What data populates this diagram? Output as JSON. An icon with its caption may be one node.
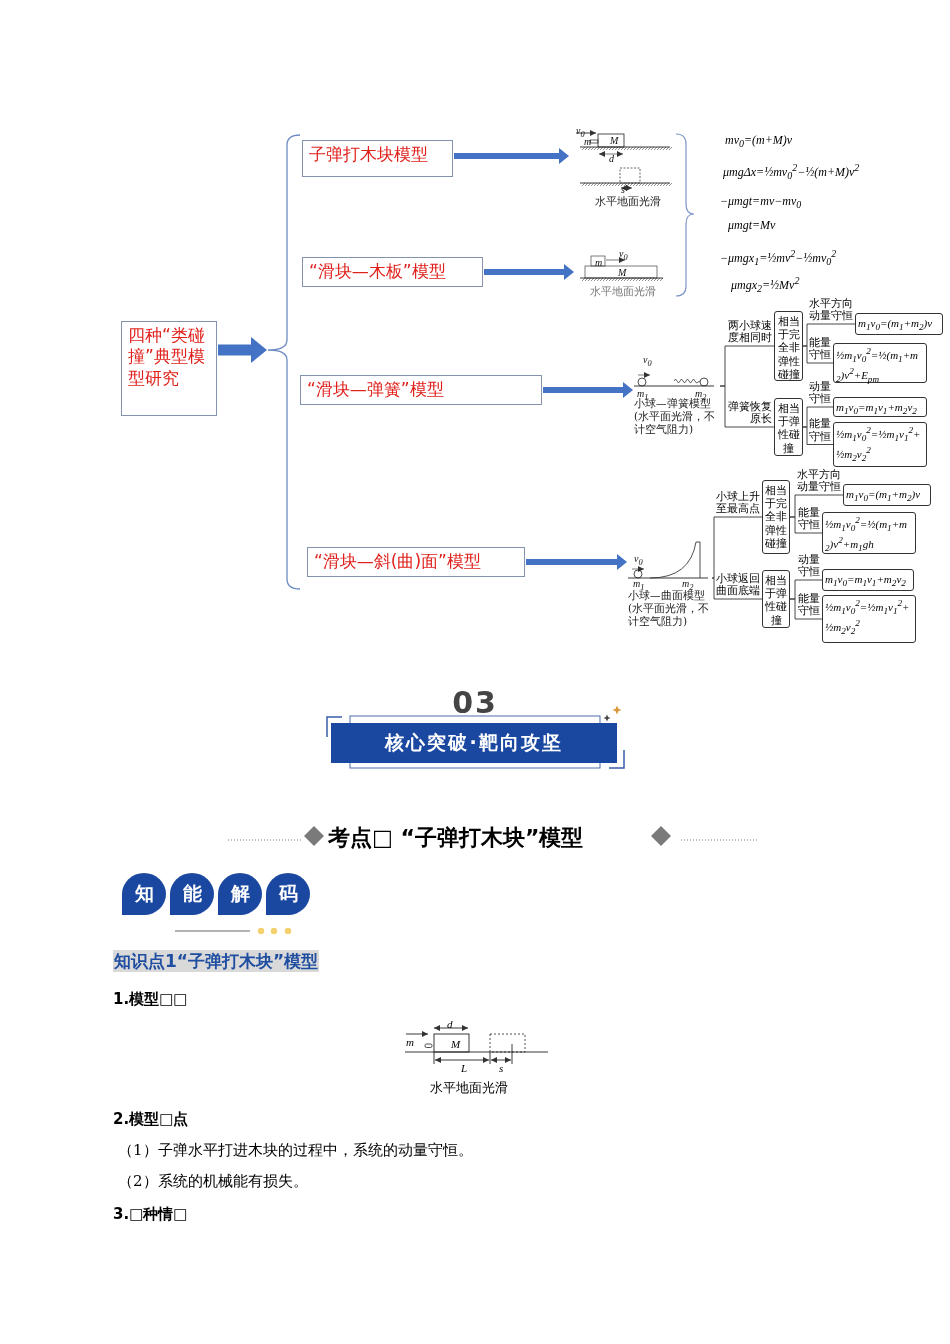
{
  "diagram": {
    "nodes": [
      {
        "text": [
          "四种“类碰撞”典型模型研究"
        ]
      },
      {
        "text": [
          "子弹打木块模型"
        ]
      },
      {
        "text": [
          "“滑块—木板”模型"
        ]
      },
      {
        "text": [
          "“滑块—弹簧”模型"
        ]
      },
      {
        "text": [
          "“滑块—斜(曲)面”模型"
        ]
      },
      {
        "text": [],
        "shape": "picture",
        "beside": [
          "水平地面光滑"
        ]
      },
      {
        "text": [],
        "shape": "picture",
        "beside": [
          "水平地面光滑"
        ]
      },
      {
        "text": [],
        "shape": "picture",
        "beside": [
          "小球—弹簧模型(水平面光滑，不计空气阻力)"
        ]
      },
      {
        "text": [
          "相当于完全非弹性碰撞"
        ]
      },
      {
        "text": [
          "m$_{1}$v$_{0}$=(m$_{1}$+m$_{2}$)v"
        ]
      },
      {
        "text": [
          "½m$_{1}$v$_{0}$$^{2}$=½(m$_{1}$+m$_{2}$)v$^{2}$+E$_{pm}$"
        ]
      },
      {
        "text": [
          "相当于弹性碰撞"
        ]
      },
      {
        "text": [
          "m$_{1}$v$_{0}$=m$_{1}$v$_{1}$+m$_{2}$v$_{2}$"
        ]
      },
      {
        "text": [
          "½m$_{1}$v$_{0}$$^{2}$=½m$_{1}$v$_{1}$$^{2}$+½m$_{2}$v$_{2}$$^{2}$"
        ]
      },
      {
        "text": [],
        "shape": "picture",
        "beside": [
          "小球—曲面模型(水平面光滑，不计空气阻力)"
        ]
      },
      {
        "text": [
          "相当于完全非弹性碰撞"
        ]
      },
      {
        "text": [
          "m$_{1}$v$_{0}$=(m$_{1}$+m$_{2}$)v"
        ]
      },
      {
        "text": [
          "½m$_{1}$v$_{0}$$^{2}$=½(m$_{1}$+m$_{2}$)v$^{2}$+m$_{1}$gh"
        ]
      },
      {
        "text": [
          "相当于弹性碰撞"
        ]
      },
      {
        "text": [
          "m$_{1}$v$_{0}$=m$_{1}$v$_{1}$+m$_{2}$v$_{2}$"
        ]
      },
      {
        "text": [
          "½m$_{1}$v$_{0}$$^{2}$=½m$_{1}$v$_{1}$$^{2}$+½m$_{2}$v$_{2}$$^{2}$"
        ]
      },
      {
        "text": [
          "03",
          "核心突破·靶向攻坚"
        ]
      },
      {
        "text": [
          "知"
        ]
      },
      {
        "text": [
          "能"
        ]
      },
      {
        "text": [
          "解"
        ]
      },
      {
        "text": [
          "码"
        ]
      },
      {
        "text": [],
        "shape": "brace"
      }
    ],
    "edges": [
      {
        "from": 0,
        "to": 26,
        "arrow": "to",
        "style": "thick",
        "color": "#4472c4"
      },
      {
        "from": 1,
        "to": 5,
        "arrow": "to",
        "style": "thick",
        "color": "#4472c4"
      },
      {
        "from": 2,
        "to": 6,
        "arrow": "to",
        "style": "thick",
        "color": "#4472c4"
      },
      {
        "from": 3,
        "to": 7,
        "arrow": "to",
        "style": "thick",
        "color": "#4472c4"
      },
      {
        "from": 4,
        "to": 14,
        "arrow": "to",
        "style": "thick",
        "color": "#4472c4"
      },
      {
        "from": 7,
        "to": 8,
        "arrow": "none",
        "label": "两小球速度相同时"
      },
      {
        "from": 8,
        "to": 9,
        "arrow": "none",
        "label": "水平方向动量守恒"
      },
      {
        "from": 8,
        "to": 10,
        "arrow": "none",
        "label": "能量守恒"
      },
      {
        "from": 7,
        "to": 11,
        "arrow": "none",
        "label": "弹簧恢复原长"
      },
      {
        "from": 11,
        "to": 12,
        "arrow": "none",
        "label": "动量守恒"
      },
      {
        "from": 11,
        "to": 13,
        "arrow": "none",
        "label": "能量守恒"
      },
      {
        "from": 14,
        "to": 15,
        "arrow": "none",
        "label": "小球上升至最高点"
      },
      {
        "from": 15,
        "to": 16,
        "arrow": "none",
        "label": "水平方向动量守恒"
      },
      {
        "from": 15,
        "to": 17,
        "arrow": "none",
        "label": "能量守恒"
      },
      {
        "from": 14,
        "to": 18,
        "arrow": "none",
        "label": "小球返回曲面底端"
      },
      {
        "from": 18,
        "to": 19,
        "arrow": "none",
        "label": "动量守恒"
      },
      {
        "from": 18,
        "to": 20,
        "arrow": "none",
        "label": "能量守恒"
      }
    ],
    "labels": [
      "v$_{0}$",
      "m",
      "M",
      "d",
      "s",
      "mv$_{0}$=(m+M)v",
      "μmgΔx=½mv$_{0}$$^{2}$−½(m+M)v$^{2}$",
      "−μmgt=mv−mv$_{0}$",
      "μmgt=Mv",
      "v$_{0}$",
      "m",
      "M",
      "−μmgx$_{1}$=½mv$^{2}$−½mv$_{0}$$^{2}$",
      "μmgx$_{2}$=½Mv$^{2}$",
      "v$_{0}$",
      "m$_{1}$",
      "m$_{2}$",
      "v$_{0}$",
      "m$_{1}$",
      "m$_{2}$",
      "考点□ “子弹打木块”模型",
      "知识点1“子弹打木块”模型",
      "1.模型□□",
      "m",
      "d",
      "M",
      "L",
      "s",
      "水平地面光滑",
      "2.模型□点",
      "（1）子弹水平打进木块的过程中，系统的动量守恒。",
      "（2）系统的机械能有损失。",
      "3.□种情□"
    ]
  }
}
